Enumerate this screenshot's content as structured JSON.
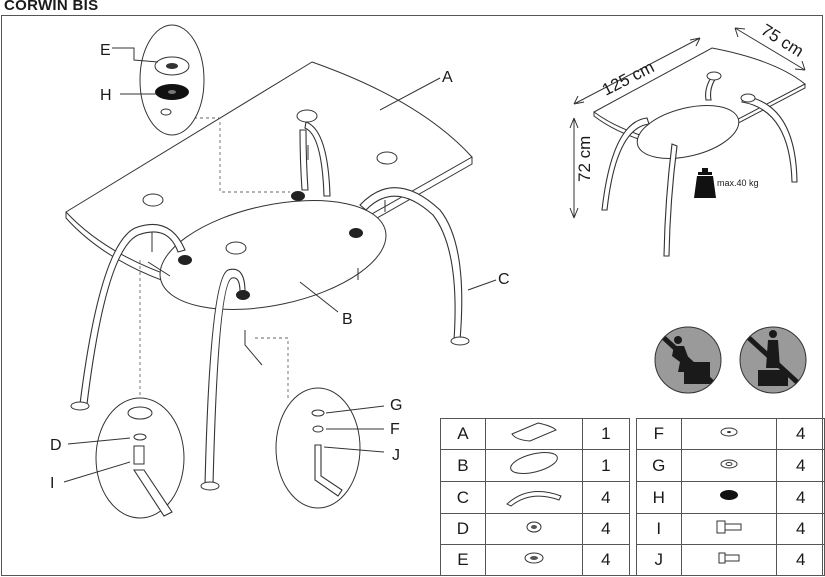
{
  "title": "CORWIN BIS",
  "labels": {
    "a": "A",
    "b": "B",
    "c": "C",
    "d": "D",
    "e": "E",
    "f": "F",
    "g": "G",
    "h": "H",
    "i": "I",
    "j": "J"
  },
  "dimensions": {
    "length": "125 cm",
    "width": "75 cm",
    "height": "72 cm",
    "max_load": "max.40 kg"
  },
  "parts_table": {
    "left": [
      {
        "letter": "A",
        "qty": "1",
        "icon": "glass-top-icon"
      },
      {
        "letter": "B",
        "qty": "1",
        "icon": "glass-shelf-icon"
      },
      {
        "letter": "C",
        "qty": "4",
        "icon": "curved-leg-icon"
      },
      {
        "letter": "D",
        "qty": "4",
        "icon": "washer-icon"
      },
      {
        "letter": "E",
        "qty": "4",
        "icon": "glass-pad-icon"
      }
    ],
    "right": [
      {
        "letter": "F",
        "qty": "4",
        "icon": "small-washer-icon"
      },
      {
        "letter": "G",
        "qty": "4",
        "icon": "spacer-washer-icon"
      },
      {
        "letter": "H",
        "qty": "4",
        "icon": "rubber-pad-icon"
      },
      {
        "letter": "I",
        "qty": "4",
        "icon": "bolt-icon"
      },
      {
        "letter": "J",
        "qty": "4",
        "icon": "screw-icon"
      }
    ]
  },
  "warnings": [
    "no-standing-on-table-icon",
    "no-climbing-on-table-icon"
  ]
}
